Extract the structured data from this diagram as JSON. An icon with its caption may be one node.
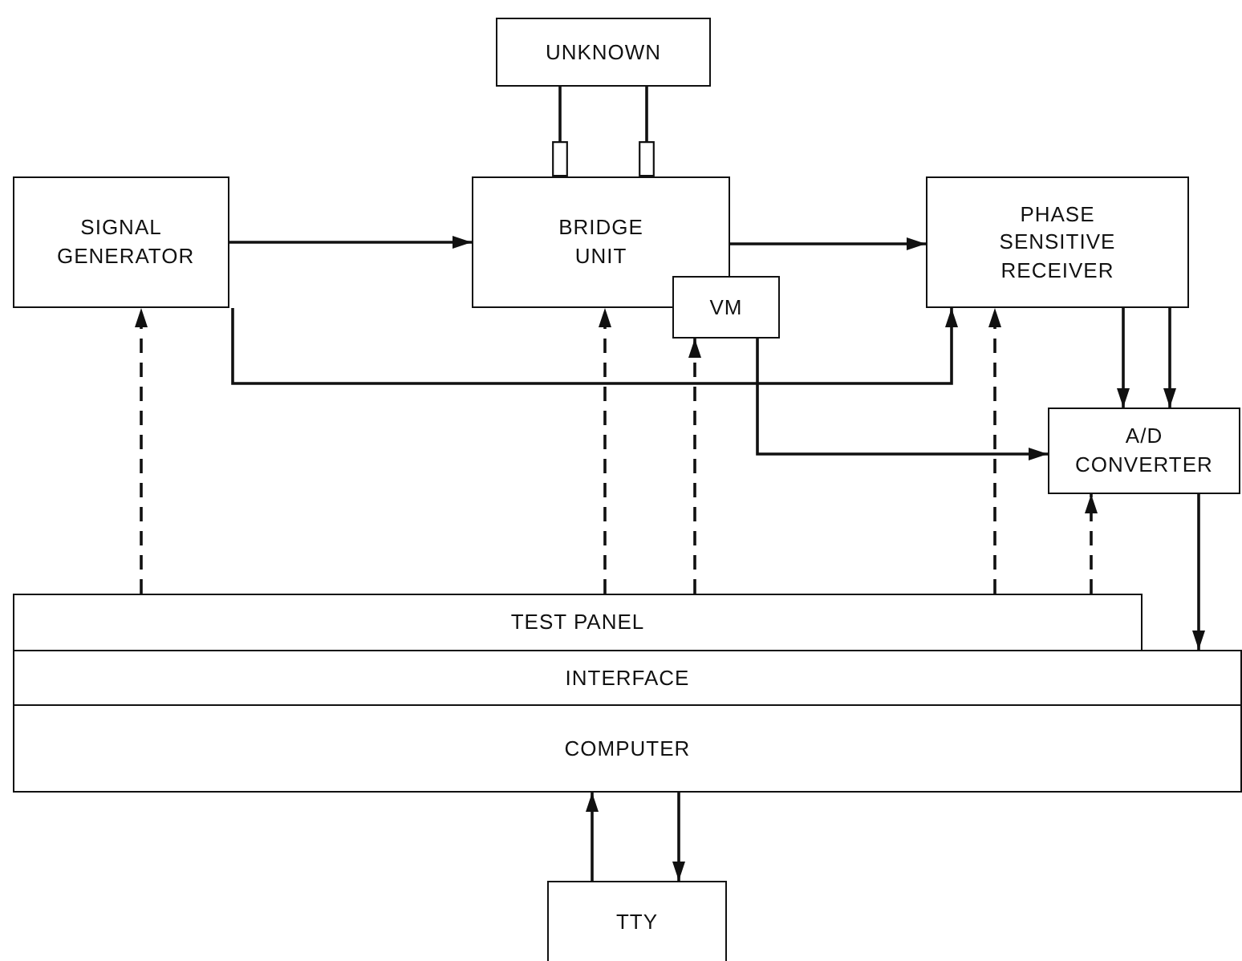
{
  "diagram": {
    "nodes": [
      {
        "text": [
          "UNKNOWN"
        ]
      },
      {
        "text": [
          "SIGNAL GENERATOR"
        ]
      },
      {
        "text": [
          "BRIDGE UNIT"
        ]
      },
      {
        "text": [
          "VM"
        ]
      },
      {
        "text": [
          "PHASE SENSITIVE RECEIVER"
        ]
      },
      {
        "text": [
          "A/D CONVERTER"
        ]
      },
      {
        "text": [
          "TEST PANEL"
        ]
      },
      {
        "text": [
          "INTERFACE"
        ]
      },
      {
        "text": [
          "COMPUTER"
        ]
      },
      {
        "text": [
          "TTY"
        ]
      }
    ],
    "edges": [
      {
        "from": 0,
        "to": 2,
        "arrow": "other"
      },
      {
        "from": 0,
        "to": 2,
        "arrow": "other"
      },
      {
        "from": 1,
        "to": 2,
        "arrow": "to"
      },
      {
        "from": 2,
        "to": 4,
        "arrow": "to"
      },
      {
        "from": 1,
        "to": 4,
        "arrow": "to"
      },
      {
        "from": 3,
        "to": 5,
        "arrow": "to"
      },
      {
        "from": 4,
        "to": 5,
        "arrow": "to"
      },
      {
        "from": 4,
        "to": 5,
        "arrow": "to"
      },
      {
        "from": 6,
        "to": 1,
        "arrow": "to",
        "style": "dashed"
      },
      {
        "from": 6,
        "to": 2,
        "arrow": "to",
        "style": "dashed"
      },
      {
        "from": 6,
        "to": 3,
        "arrow": "to",
        "style": "dashed"
      },
      {
        "from": 6,
        "to": 4,
        "arrow": "to",
        "style": "dashed"
      },
      {
        "from": 6,
        "to": 5,
        "arrow": "to",
        "style": "dashed"
      },
      {
        "from": 5,
        "to": 7,
        "arrow": "to"
      },
      {
        "from": 9,
        "to": 8,
        "arrow": "to"
      },
      {
        "from": 8,
        "to": 9,
        "arrow": "to"
      }
    ]
  }
}
